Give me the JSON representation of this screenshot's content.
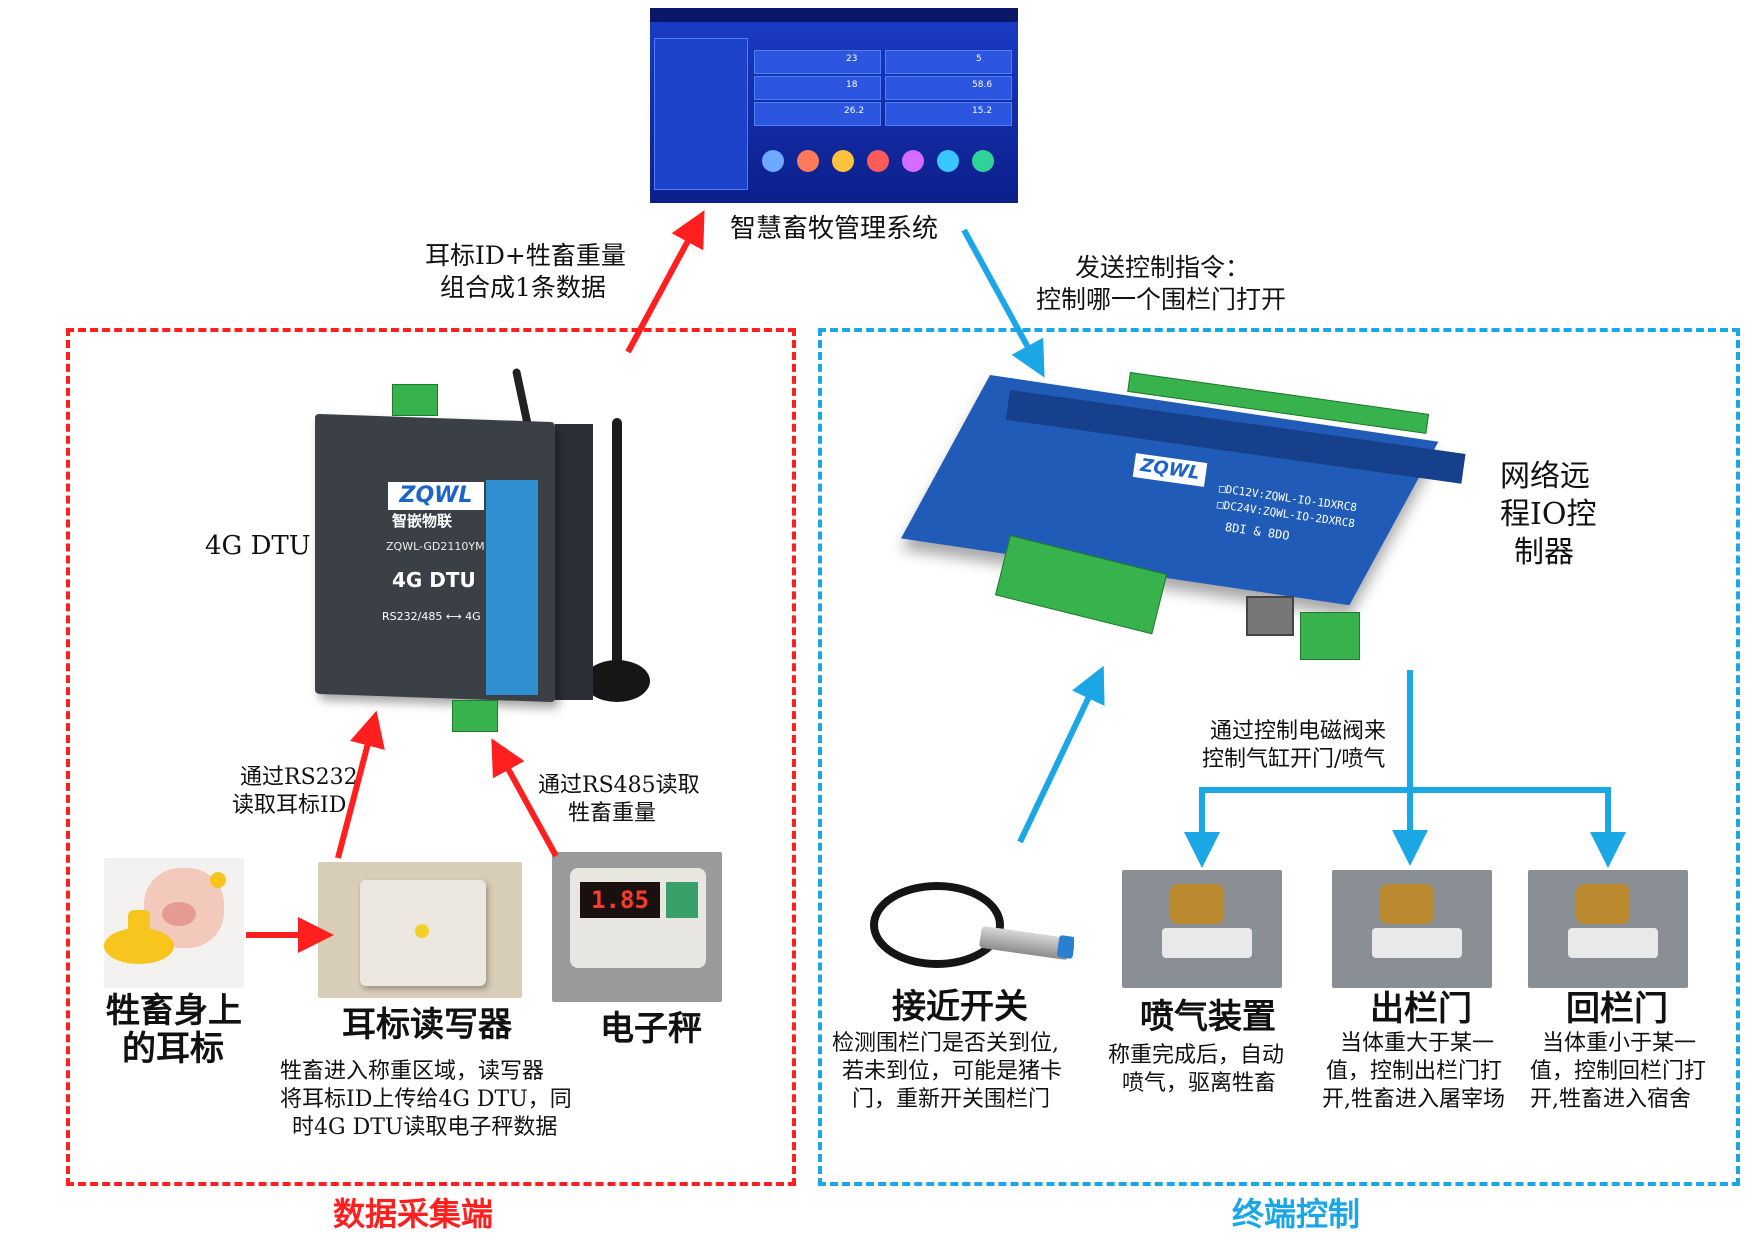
{
  "top": {
    "system_name": "智慧畜牧管理系统",
    "left_arrow_text_line1": "耳标ID+牲畜重量",
    "left_arrow_text_line2": "组合成1条数据",
    "right_arrow_text_line1": "发送控制指令：",
    "right_arrow_text_line2": "控制哪一个围栏门打开"
  },
  "dashboard": {
    "readings": [
      "23",
      "5",
      "18",
      "58.6",
      "26.2",
      "15.2"
    ],
    "button_colors": [
      "#6fa8ff",
      "#ff7a59",
      "#ffc23d",
      "#ff5b5b",
      "#d66bff",
      "#38c7ff",
      "#2fd39a"
    ]
  },
  "left_panel": {
    "dtu_label": "4G DTU",
    "dtu_brand": "ZQWL",
    "dtu_brand_cn": "智嵌物联",
    "dtu_model": "ZQWL-GD2110YM",
    "dtu_name": "4G DTU",
    "dtu_link": "RS232/485 ⟷ 4G",
    "rs232_text_line1": "通过RS232",
    "rs232_text_line2": "读取耳标ID",
    "rs485_text_line1": "通过RS485读取",
    "rs485_text_line2": "牲畜重量",
    "ear_tag_line1": "牲畜身上",
    "ear_tag_line2": "的耳标",
    "reader_label": "耳标读写器",
    "scale_label": "电子秤",
    "scale_display": "1.85",
    "desc_line1": "牲畜进入称重区域，读写器",
    "desc_line2": "将耳标ID上传给4G DTU，同",
    "desc_line3": "时4G DTU读取电子秤数据",
    "footer": "数据采集端"
  },
  "right_panel": {
    "io_label_line1": "网络远",
    "io_label_line2": "程IO控",
    "io_label_line3": "制器",
    "io_brand": "ZQWL",
    "io_model_line1": "□DC12V:ZQWL-IO-1DXRC8",
    "io_model_line2": "□DC24V:ZQWL-IO-2DXRC8",
    "io_spec": "8DI & 8DO",
    "valve_text_line1": "通过控制电磁阀来",
    "valve_text_line2": "控制气缸开门/喷气",
    "proximity_label": "接近开关",
    "proximity_desc_line1": "检测围栏门是否关到位,",
    "proximity_desc_line2": "若未到位，可能是猪卡",
    "proximity_desc_line3": "门，重新开关围栏门",
    "spray_label": "喷气装置",
    "spray_desc_line1": "称重完成后，自动",
    "spray_desc_line2": "喷气，驱离牲畜",
    "exit_label": "出栏门",
    "exit_desc_line1": "当体重大于某一",
    "exit_desc_line2": "值，控制出栏门打",
    "exit_desc_line3": "开,牲畜进入屠宰场",
    "return_label": "回栏门",
    "return_desc_line1": "当体重小于某一",
    "return_desc_line2": "值，控制回栏门打",
    "return_desc_line3": "开,牲畜进入宿舍",
    "footer": "终端控制"
  },
  "colors": {
    "red": "#ff1f1f",
    "blue": "#1ba7e6"
  }
}
